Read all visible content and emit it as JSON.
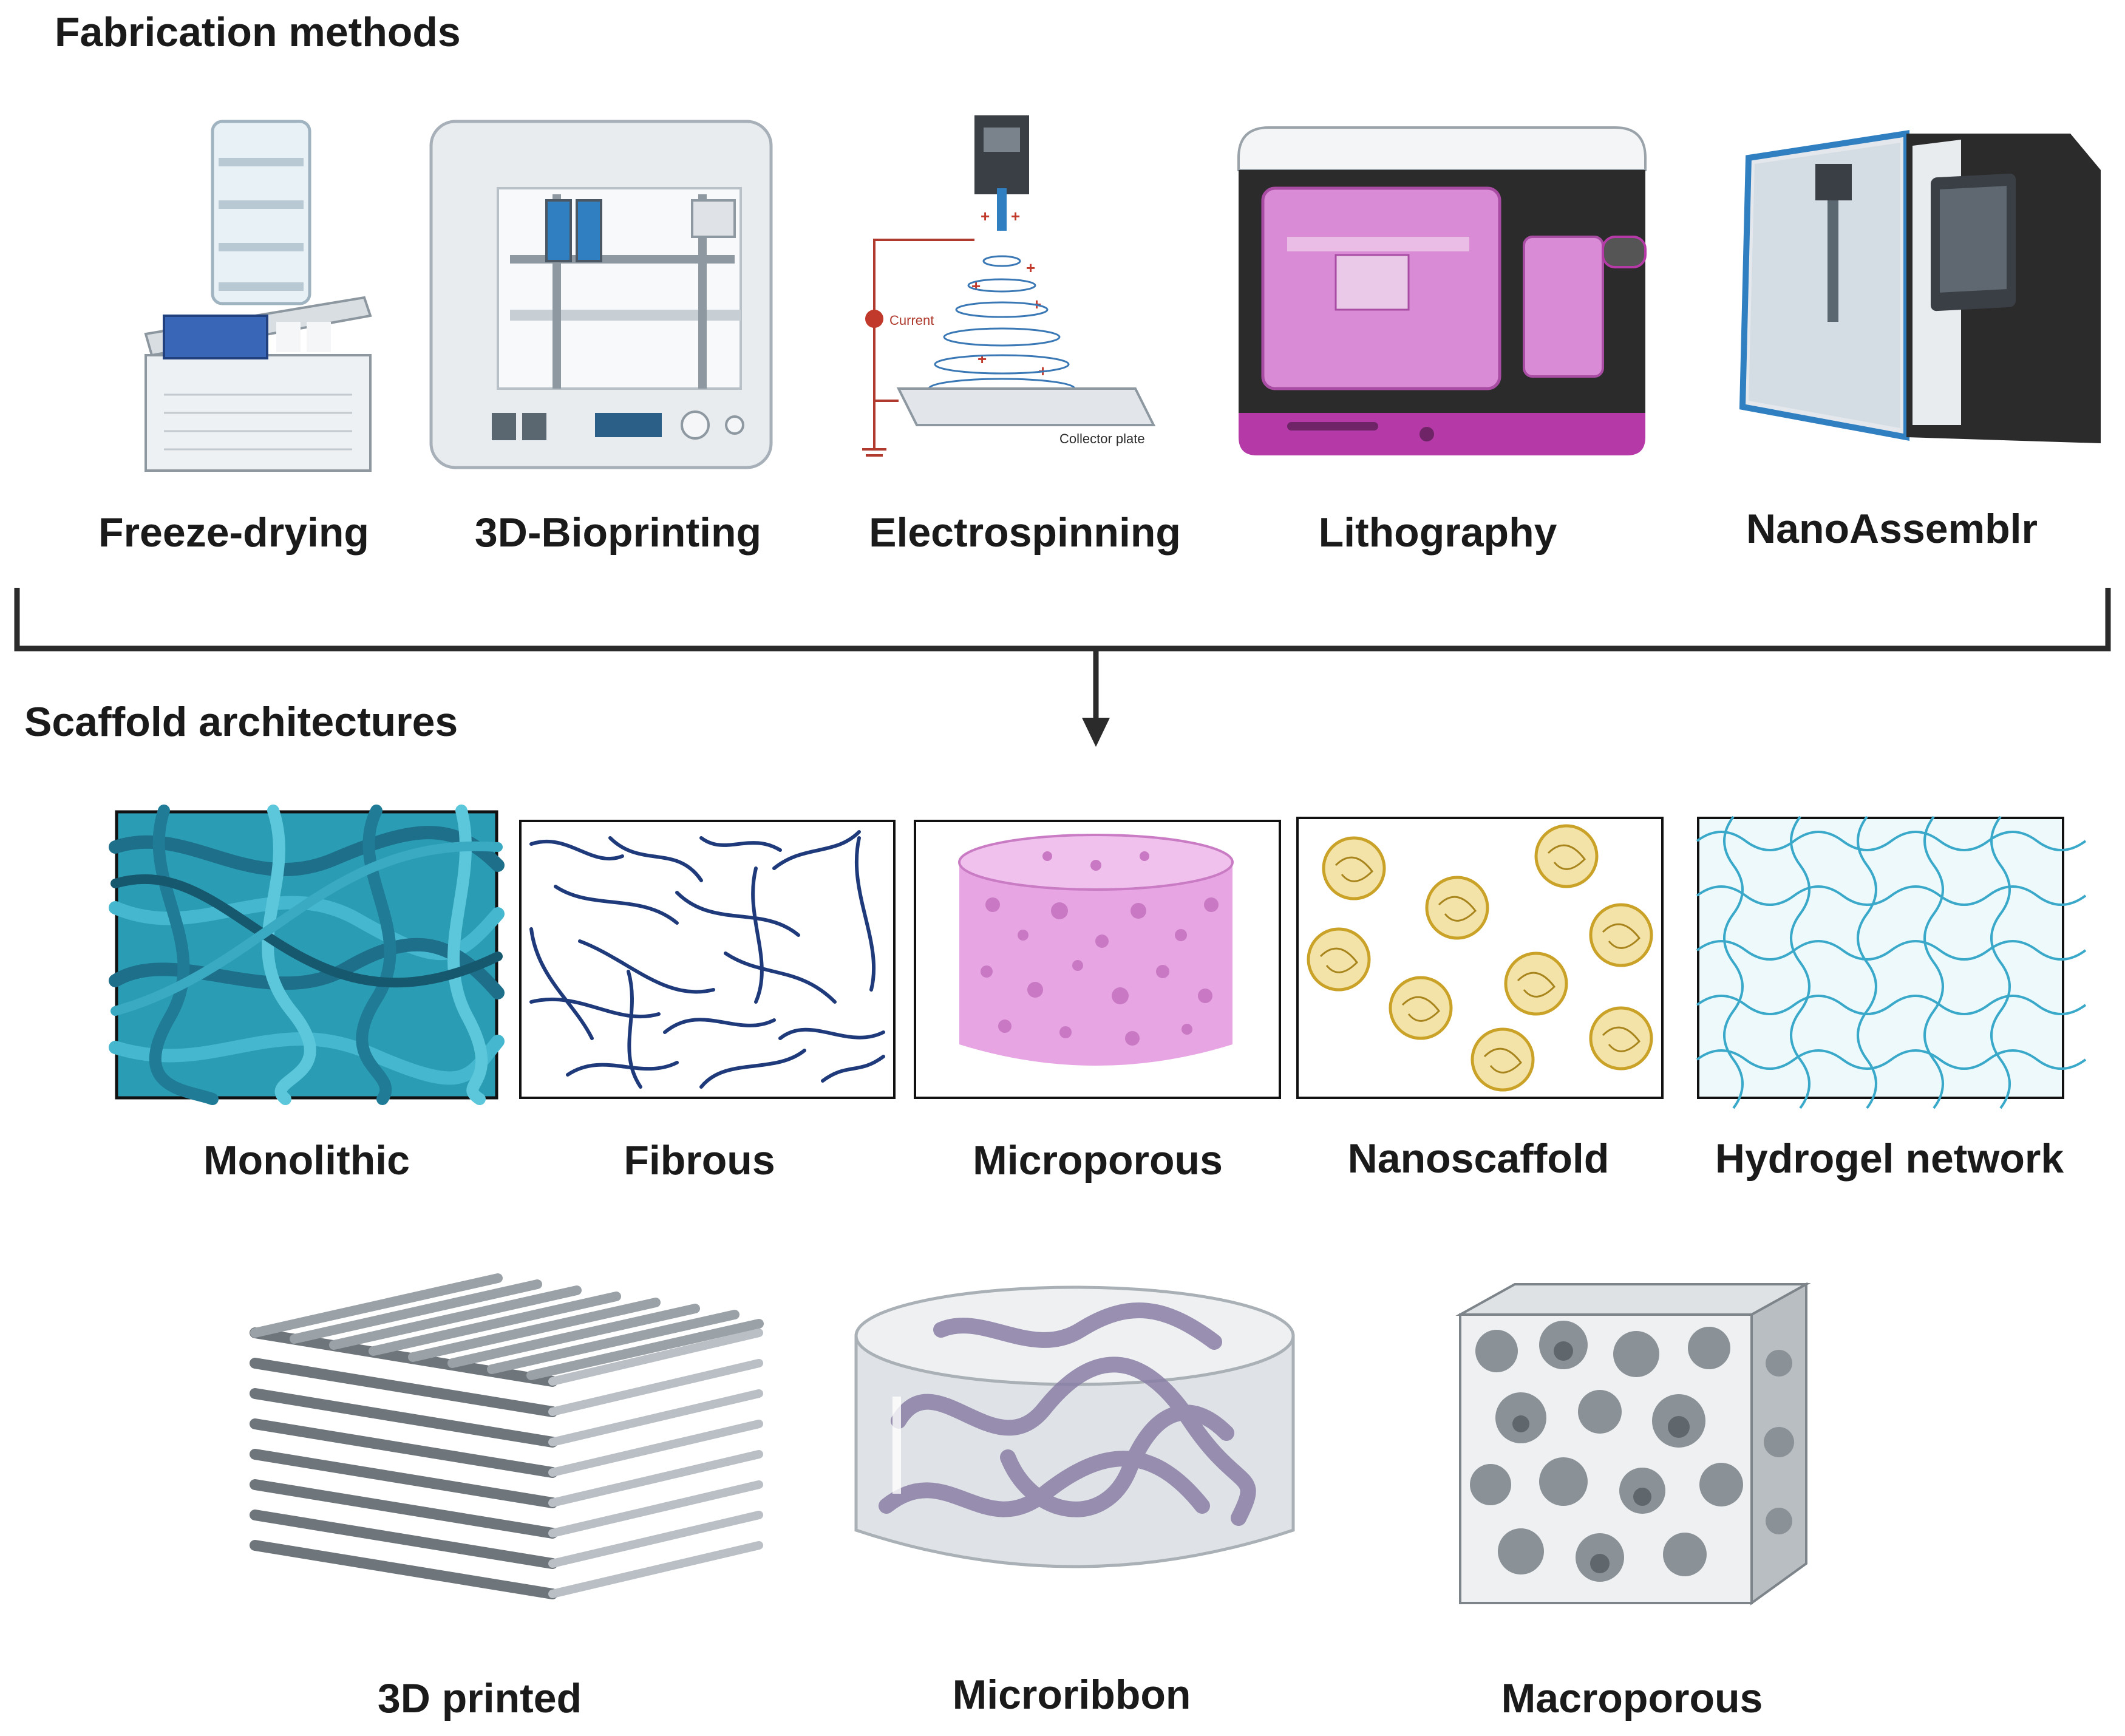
{
  "fabrication": {
    "title": "Fabrication methods",
    "methods": [
      {
        "label": "Freeze-drying",
        "icon": "freeze-dryer-icon"
      },
      {
        "label": "3D-Bioprinting",
        "icon": "bioprinter-icon"
      },
      {
        "label": "Electrospinning",
        "icon": "electrospinning-setup-icon"
      },
      {
        "label": "Lithography",
        "icon": "lithography-printer-icon"
      },
      {
        "label": "NanoAssemblr",
        "icon": "nanoassemblr-instrument-icon"
      }
    ],
    "electrospinning": {
      "current_label": "Current",
      "plate_label": "Collector plate"
    }
  },
  "scaffolds": {
    "title": "Scaffold architectures",
    "row1": [
      {
        "label": "Monolithic",
        "icon": "monolithic-scaffold-icon"
      },
      {
        "label": "Fibrous",
        "icon": "fibrous-scaffold-icon"
      },
      {
        "label": "Microporous",
        "icon": "microporous-scaffold-icon"
      },
      {
        "label": "Nanoscaffold",
        "icon": "nanoscaffold-icon"
      },
      {
        "label": "Hydrogel network",
        "icon": "hydrogel-network-icon"
      }
    ],
    "row2": [
      {
        "label": "3D printed",
        "icon": "3d-printed-lattice-icon"
      },
      {
        "label": "Microribbon",
        "icon": "microribbon-scaffold-icon"
      },
      {
        "label": "Macroporous",
        "icon": "macroporous-scaffold-icon"
      }
    ]
  },
  "colors": {
    "teal": "#2a9db5",
    "navy": "#1f3a7a",
    "pink": "#d98bd6",
    "gold": "#c9a227",
    "hydrogel_line": "#3aa9c9",
    "magenta": "#b53aa8",
    "dark": "#2b2b2b"
  }
}
